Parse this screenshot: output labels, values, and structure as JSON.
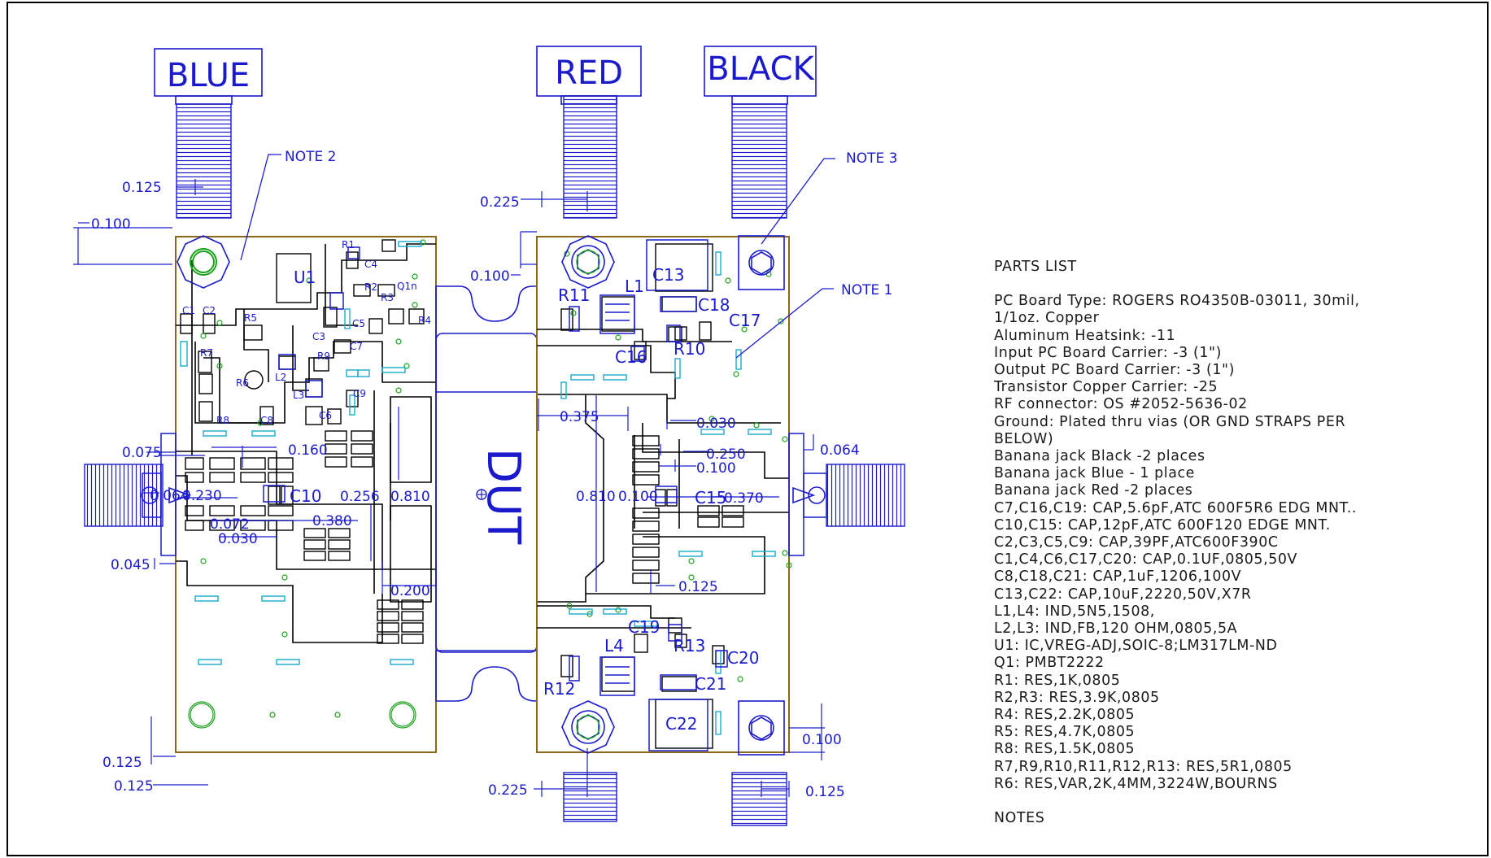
{
  "labels": {
    "blue": "BLUE",
    "red": "RED",
    "black": "BLACK",
    "dut": "DUT",
    "note1": "NOTE 1",
    "note2": "NOTE 2",
    "note3": "NOTE 3",
    "u1": "U1",
    "l1": "L1",
    "l2": "L2",
    "l3": "L3",
    "l4": "L4",
    "q1": "Q1n",
    "r1": "R1",
    "r2": "R2",
    "r3": "R3",
    "r4": "R4",
    "r5": "R5",
    "r6": "R6",
    "r7": "R7",
    "r8": "R8",
    "r9": "R9",
    "r10": "R10",
    "r11": "R11",
    "r12": "R12",
    "r13": "R13",
    "c1": "C1",
    "c2": "C2",
    "c3": "C3",
    "c4": "C4",
    "c5": "C5",
    "c6": "C6",
    "c7": "C7",
    "c8": "C8",
    "c9": "C9",
    "c10": "C10",
    "c13": "C13",
    "c15": "C15",
    "c16": "C16",
    "c17": "C17",
    "c18": "C18",
    "c19": "C19",
    "c20": "C20",
    "c21": "C21",
    "c22": "C22"
  },
  "dimensions": {
    "d_0125_top": "0.125",
    "d_0100_left": "0.100",
    "d_0225_top": "0.225",
    "d_0100_mid": "0.100",
    "d_0075": "0.075",
    "d_0064_left": "0.064",
    "d_0230": "0.230",
    "d_0160": "0.160",
    "d_0072": "0.072",
    "d_0030_left": "0.030",
    "d_0380": "0.380",
    "d_0256": "0.256",
    "d_0810_left": "0.810",
    "d_0045": "0.045",
    "d_0200": "0.200",
    "d_0375": "0.375",
    "d_0030_right": "0.030",
    "d_0250": "0.250",
    "d_0100_right": "0.100",
    "d_0064_right": "0.064",
    "d_0810_right": "0.810",
    "d_0100_center": "0.100",
    "d_0370": "0.370",
    "d_0125_right": "0.125",
    "d_0125_bl1": "0.125",
    "d_0125_bl2": "0.125",
    "d_0225_bottom": "0.225",
    "d_0100_br": "0.100",
    "d_0125_br": "0.125"
  },
  "parts_list": {
    "title": "PARTS LIST",
    "lines": [
      "PC Board Type: ROGERS RO4350B-03011, 30mil,",
      "1/1oz. Copper",
      "Aluminum Heatsink: -11",
      "Input PC Board Carrier: -3 (1\")",
      "Output PC Board Carrier: -3 (1\")",
      "Transistor Copper Carrier: -25",
      "RF connector: OS #2052-5636-02",
      "Ground: Plated thru vias (OR GND STRAPS PER",
      "BELOW)",
      "Banana jack Black -2 places",
      "Banana jack Blue - 1 place",
      "Banana jack Red -2 places",
      "C7,C16,C19: CAP,5.6pF,ATC 600F5R6 EDG MNT..",
      "C10,C15: CAP,12pF,ATC 600F120 EDGE MNT.",
      "C2,C3,C5,C9: CAP,39PF,ATC600F390C",
      "C1,C4,C6,C17,C20: CAP,0.1UF,0805,50V",
      "C8,C18,C21: CAP,1uF,1206,100V",
      "C13,C22: CAP,10uF,2220,50V,X7R",
      "L1,L4: IND,5N5,1508,",
      "L2,L3: IND,FB,120 OHM,0805,5A",
      "U1: IC,VREG-ADJ,SOIC-8;LM317LM-ND",
      "Q1: PMBT2222",
      "R1: RES,1K,0805",
      "R2,R3: RES,3.9K,0805",
      "R4: RES,2.2K,0805",
      "R5: RES,4.7K,0805",
      "R8: RES,1.5K,0805",
      "R7,R9,R10,R11,R12,R13: RES,5R1,0805",
      "R6: RES,VAR,2K,4MM,3224W,BOURNS"
    ],
    "notes_title": "NOTES"
  }
}
